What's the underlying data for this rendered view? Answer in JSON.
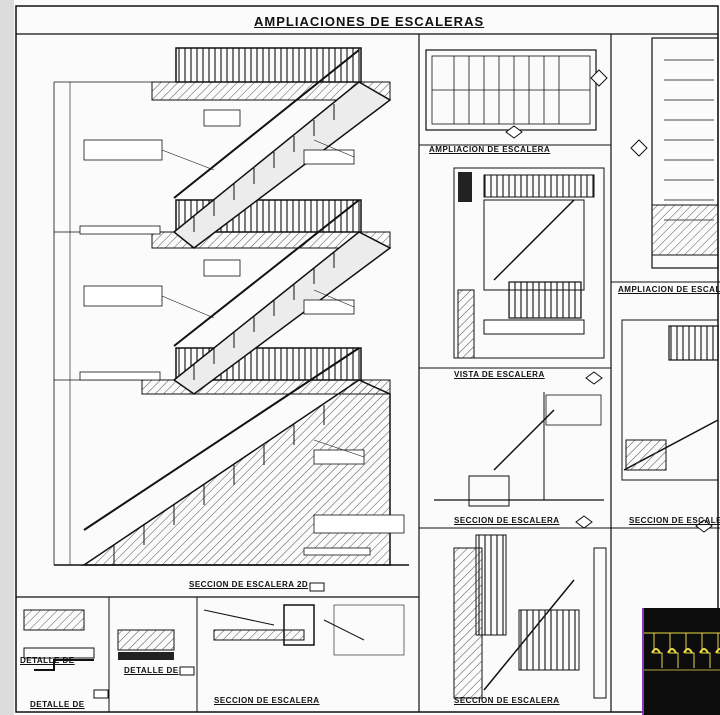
{
  "sheet_title": "AMPLIACIONES DE ESCALERAS",
  "captions": {
    "seccion_1": "SECCION DE ESCALERA 2D",
    "ampliacion_1": "AMPLIACION DE ESCALERA",
    "vista": "VISTA DE ESCALERA",
    "seccion_2": "SECCION DE ESCALERA",
    "seccion_3": "SECCION DE ESCALERA",
    "ampliacion_2": "AMPLIACION DE ESCALERA",
    "detalle_1": "DETALLE DE",
    "detalle_2": "DETALLE DE",
    "detalle_3": "DETALLE DE",
    "seccion_4": "SECCION DE ESCALERA",
    "seccion_5": "SECCION DE ESCALERA"
  },
  "colors": {
    "line": "#111111",
    "paper": "#fbfbfb",
    "inset_bg": "#0c0c0c",
    "inset_line": "#e8d94a",
    "inset_border": "#8a3ab9"
  }
}
